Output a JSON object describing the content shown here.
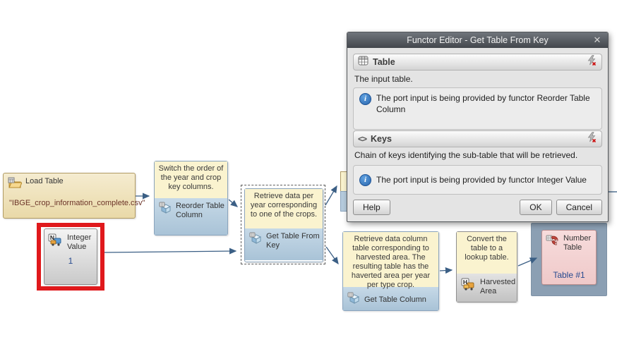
{
  "canvas": {
    "nodes": {
      "load_table": {
        "label": "Load Table",
        "value": "\"IBGE_crop_information_complete.csv\""
      },
      "integer_value": {
        "label": "Integer Value",
        "value": "1"
      },
      "reorder": {
        "note": "Switch the order of the year and crop key columns.",
        "label": "Reorder Table Column"
      },
      "get_table_from_key": {
        "note": "Retrieve data per year corresponding to one of the crops.",
        "label": "Get Table From Key"
      },
      "get_table_column": {
        "note": "Retrieve data column table corresponding to harvested area. The resulting table has the haverted area per year per type crop.",
        "label": "Get Table Column"
      },
      "harvested_area": {
        "note": "Convert the table to a lookup table.",
        "label": "Harvested Area"
      },
      "number_table": {
        "label": "Number Table",
        "value": "Table #1"
      }
    },
    "highlight_color": "#e0191c"
  },
  "dialog": {
    "title": "Functor Editor - Get Table From Key",
    "sections": [
      {
        "name": "Table",
        "description": "The input table.",
        "info": "The port input is being provided by functor Reorder Table Column"
      },
      {
        "name": "Keys",
        "description": "Chain of keys identifying the sub-table that will be retrieved.",
        "info": "The port input is being provided by functor Integer Value"
      }
    ],
    "buttons": {
      "help": "Help",
      "ok": "OK",
      "cancel": "Cancel"
    }
  },
  "icons": {
    "close_glyph": "✕",
    "keys_glyph": "<>",
    "info_glyph": "i",
    "integer_badge": "N",
    "harvested_badge": "H"
  }
}
